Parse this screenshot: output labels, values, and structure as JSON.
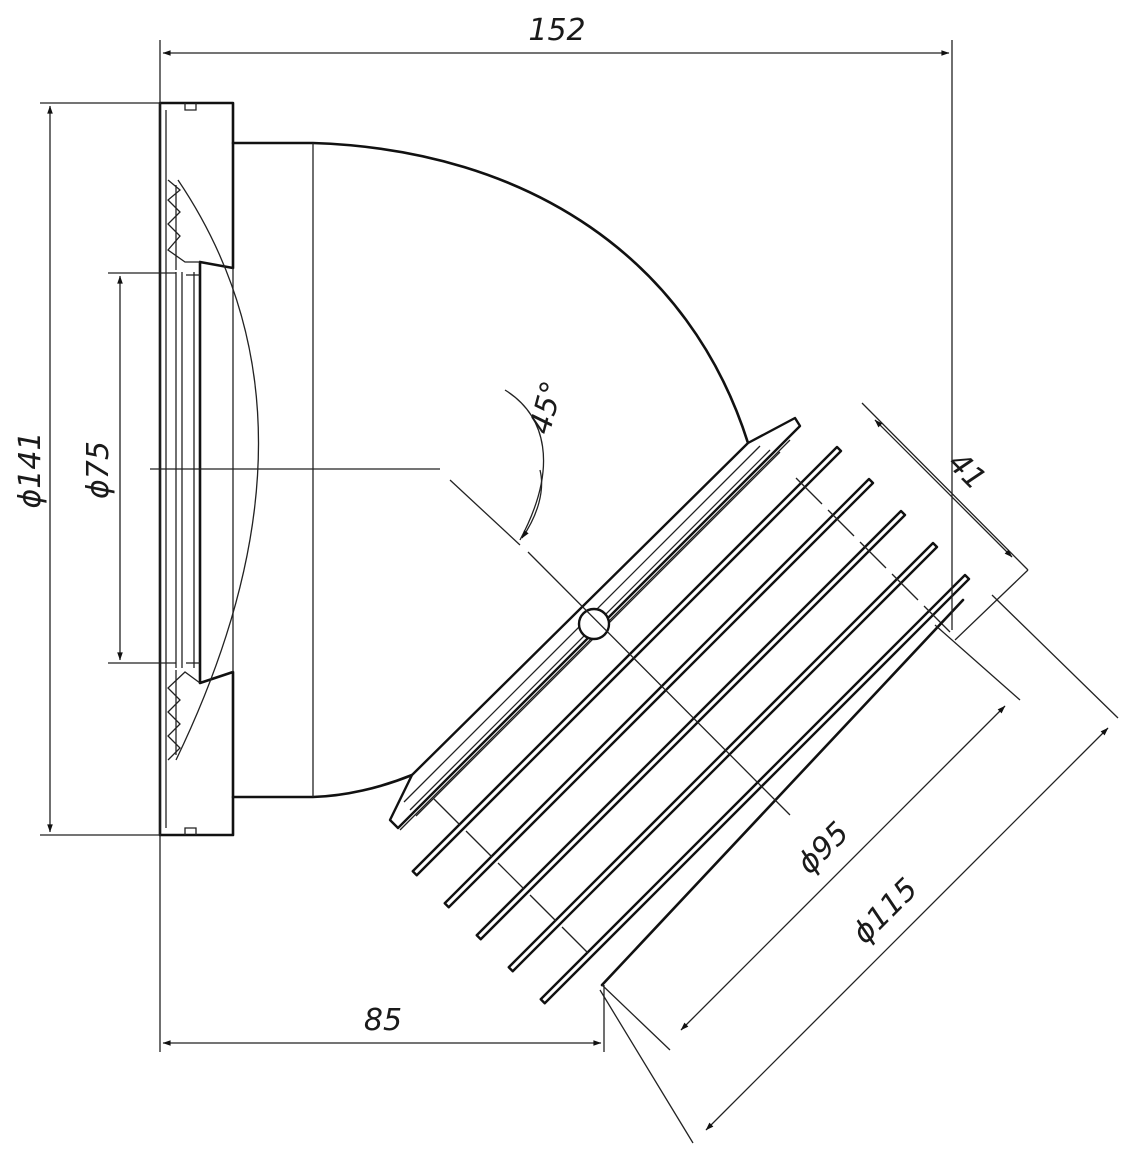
{
  "drawing": {
    "dimensions": {
      "overall_width": "152",
      "flange_diameter": "ϕ141",
      "inner_diameter": "ϕ75",
      "offset_width": "85",
      "bend_angle": "45°",
      "spigot_length": "41",
      "spigot_diameter_small": "ϕ95",
      "spigot_diameter_large": "ϕ115"
    }
  }
}
